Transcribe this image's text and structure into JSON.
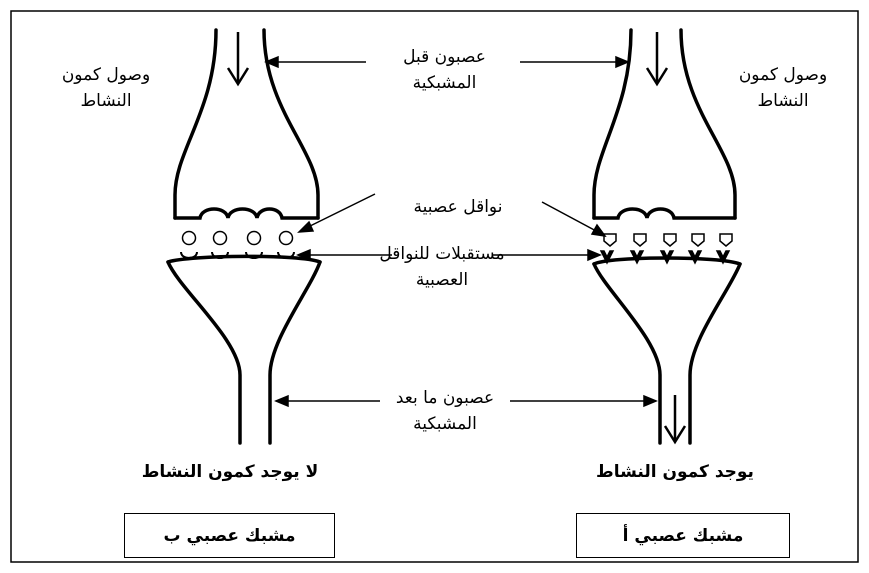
{
  "labels": {
    "presynaptic": "عصبون قبل المشبكية",
    "neurotransmitters": "نواقل عصبية",
    "receptors": "مستقبلات للنواقل العصبية",
    "postsynaptic": "عصبون ما بعد المشبكية",
    "ap_arrival_left": "وصول كمون النشاط",
    "ap_arrival_right": "وصول كمون النشاط",
    "status_left": "لا يوجد كمون النشاط",
    "status_right": "يوجد كمون النشاط",
    "synapse_b": "مشبك عصبي ب",
    "synapse_a": "مشبك عصبي أ"
  }
}
